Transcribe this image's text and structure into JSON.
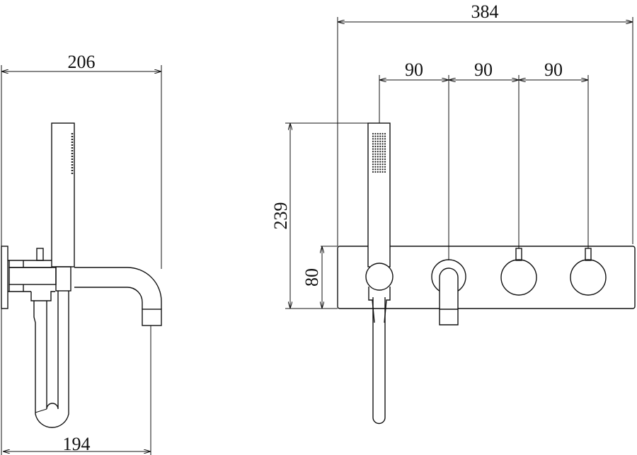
{
  "side_view": {
    "dimensions": {
      "total_depth": "206",
      "spout_reach": "194"
    }
  },
  "front_view": {
    "dimensions": {
      "total_width": "384",
      "spacing_1": "90",
      "spacing_2": "90",
      "spacing_3": "90",
      "total_height": "239",
      "plate_height": "80"
    }
  },
  "colors": {
    "line": "#111111",
    "background": "#ffffff"
  }
}
